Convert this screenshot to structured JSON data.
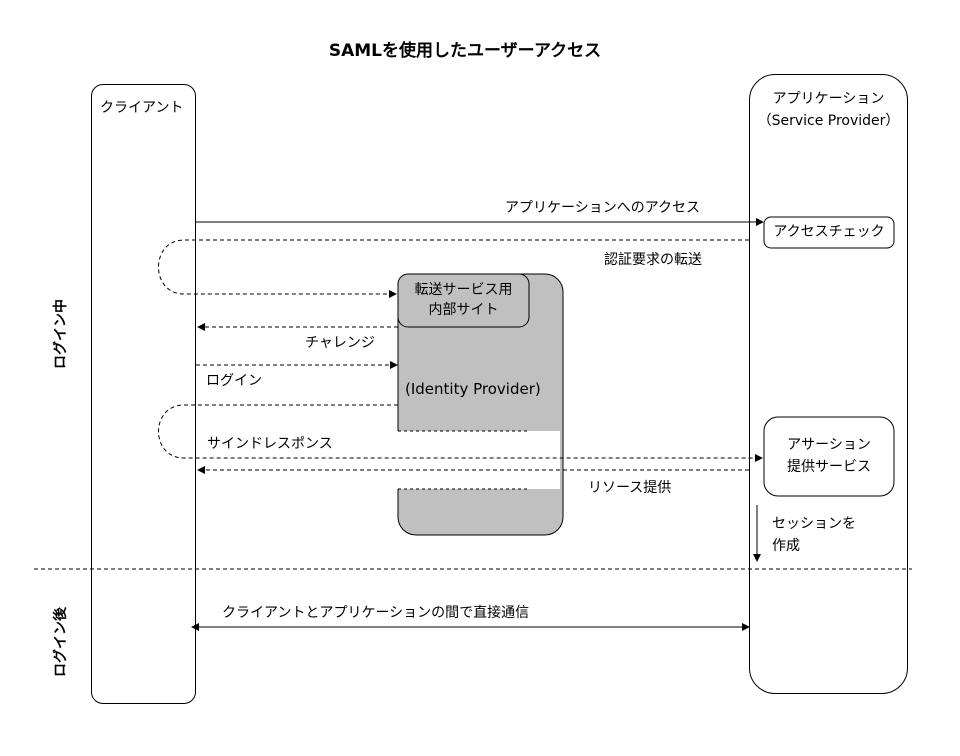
{
  "title": "SAMLを使用したユーザーアクセス",
  "client": {
    "label": "クライアント"
  },
  "application": {
    "label_line1": "アプリケーション",
    "label_line2": "（Service Provider）"
  },
  "idp": {
    "inner_line1": "転送サービス用",
    "inner_line2": "内部サイト",
    "label": "(Identity Provider)"
  },
  "sp_boxes": {
    "access_check": "アクセスチェック",
    "assertion_line1": "アサーション",
    "assertion_line2": "提供サービス",
    "session_line1": "セッションを",
    "session_line2": "作成"
  },
  "messages": {
    "app_access": "アプリケーションへのアクセス",
    "auth_redirect": "認証要求の転送",
    "challenge": "チャレンジ",
    "login": "ログイン",
    "signed_response": "サインドレスポンス",
    "resource": "リソース提供",
    "direct": "クライアントとアプリケーションの間で直接通信"
  },
  "phases": {
    "during_login": "ログイン中",
    "after_login": "ログイン後"
  }
}
